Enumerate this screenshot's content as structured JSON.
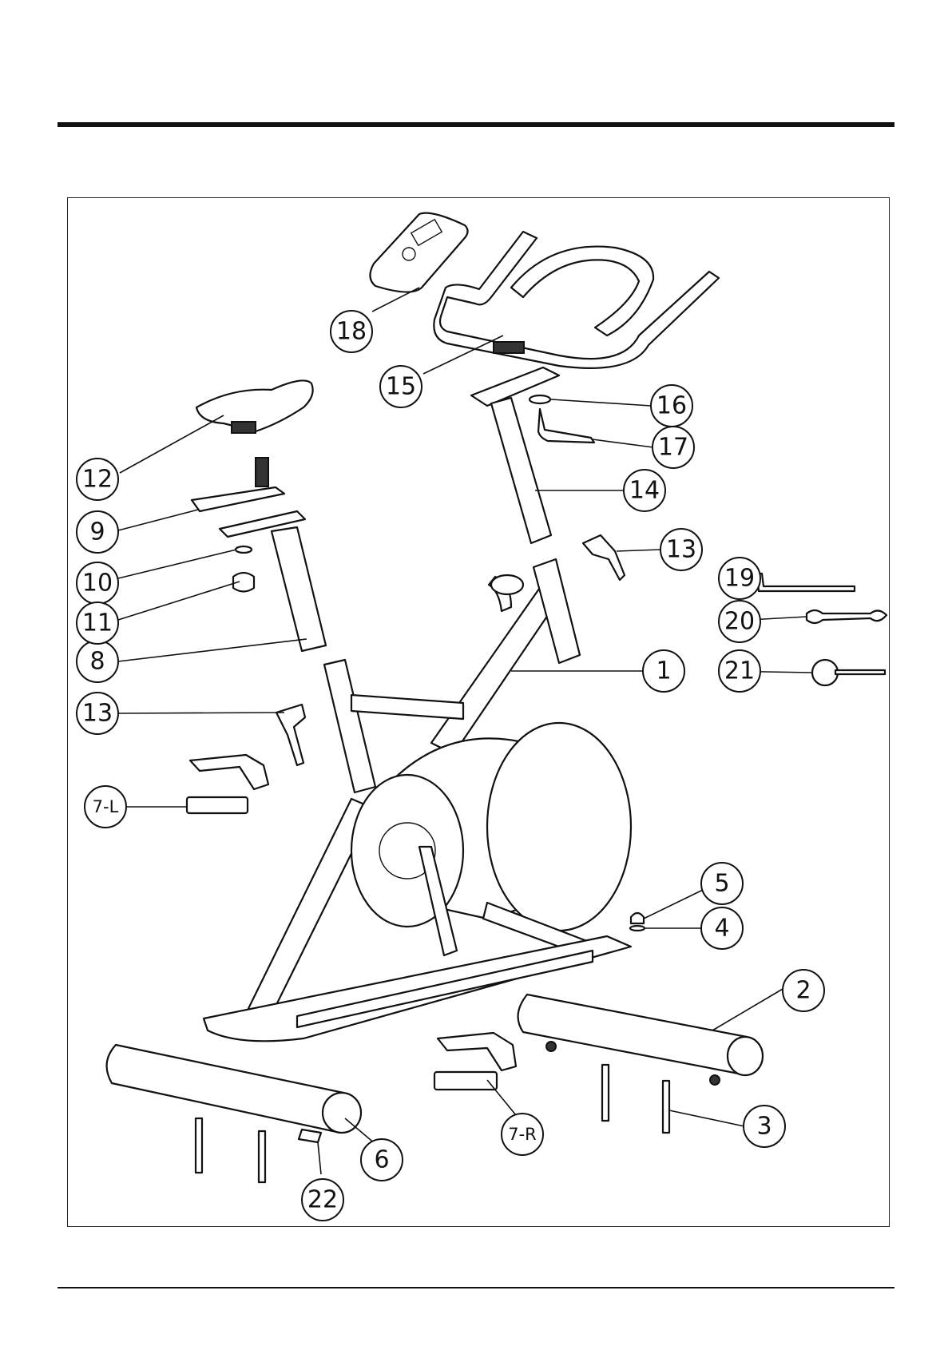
{
  "callouts": [
    {
      "label": "1"
    },
    {
      "label": "2"
    },
    {
      "label": "3"
    },
    {
      "label": "4"
    },
    {
      "label": "5"
    },
    {
      "label": "6"
    },
    {
      "label": "7-L"
    },
    {
      "label": "7-R"
    },
    {
      "label": "8"
    },
    {
      "label": "9"
    },
    {
      "label": "10"
    },
    {
      "label": "11"
    },
    {
      "label": "12"
    },
    {
      "label": "13"
    },
    {
      "label": "13"
    },
    {
      "label": "14"
    },
    {
      "label": "15"
    },
    {
      "label": "16"
    },
    {
      "label": "17"
    },
    {
      "label": "18"
    },
    {
      "label": "19"
    },
    {
      "label": "20"
    },
    {
      "label": "21"
    },
    {
      "label": "22"
    }
  ]
}
